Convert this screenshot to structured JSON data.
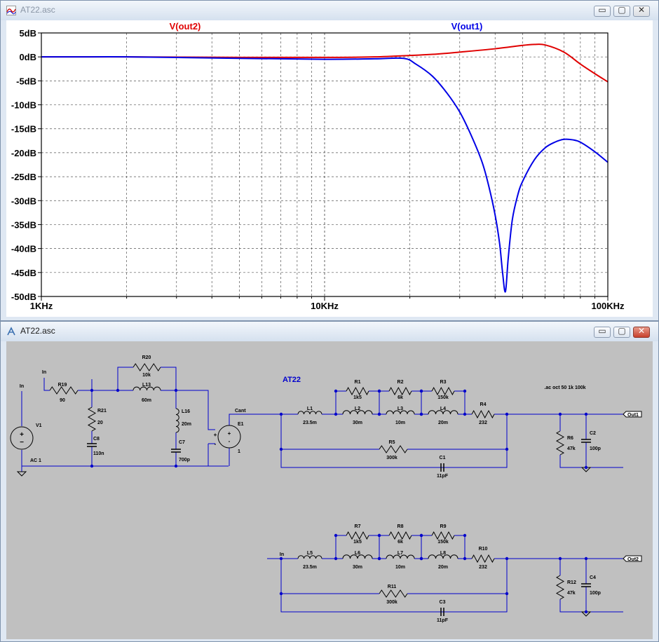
{
  "plot_window": {
    "title": "AT22.asc",
    "buttons": {
      "minimize": "▭",
      "maximize": "▢",
      "close": "✕"
    }
  },
  "schematic_window": {
    "title": "AT22.asc",
    "buttons": {
      "minimize": "▭",
      "maximize": "▢",
      "close": "✕"
    }
  },
  "colors": {
    "red_trace": "#e00000",
    "blue_trace": "#0000e6",
    "wire": "#0000cc"
  },
  "chart_data": {
    "type": "line",
    "xscale": "log",
    "xlim": [
      1000,
      100000
    ],
    "ylim": [
      -50,
      5
    ],
    "x_ticks": [
      "1KHz",
      "10KHz",
      "100KHz"
    ],
    "y_ticks": [
      "5dB",
      "0dB",
      "-5dB",
      "-10dB",
      "-15dB",
      "-20dB",
      "-25dB",
      "-30dB",
      "-35dB",
      "-40dB",
      "-45dB",
      "-50dB"
    ],
    "grid": true,
    "series": [
      {
        "name": "V(out2)",
        "color": "#e00000",
        "x": [
          1000,
          2000,
          5000,
          10000,
          15000,
          20000,
          25000,
          30000,
          40000,
          50000,
          55000,
          60000,
          70000,
          80000,
          90000,
          100000
        ],
        "y": [
          0,
          0,
          -0.1,
          -0.1,
          0,
          0.3,
          0.6,
          1.0,
          1.7,
          2.4,
          2.6,
          2.5,
          1.0,
          -1.5,
          -3.5,
          -5.2
        ]
      },
      {
        "name": "V(out1)",
        "color": "#0000e6",
        "x": [
          1000,
          2000,
          5000,
          10000,
          15000,
          19000,
          21000,
          24000,
          27000,
          30000,
          33000,
          36000,
          38000,
          40000,
          41500,
          42500,
          43500,
          44500,
          46000,
          48000,
          50000,
          55000,
          60000,
          65000,
          70000,
          75000,
          80000,
          90000,
          100000
        ],
        "y": [
          0,
          0,
          -0.3,
          -0.5,
          -0.4,
          -0.3,
          -1.5,
          -4,
          -7.5,
          -11.5,
          -16.5,
          -22,
          -27,
          -33,
          -39,
          -45,
          -49,
          -42,
          -34,
          -29,
          -26,
          -21.5,
          -19,
          -17.8,
          -17.2,
          -17.3,
          -17.8,
          -19.8,
          -22
        ]
      }
    ]
  },
  "schematic": {
    "title_label": "AT22",
    "directive": ".ac oct 50 1k 100k",
    "components": {
      "R20": [
        "R20",
        "10k"
      ],
      "R19": [
        "R19",
        "90"
      ],
      "R21": [
        "R21",
        "20"
      ],
      "C8": [
        "C8",
        "110n"
      ],
      "L13": [
        "L13",
        "60m"
      ],
      "L16": [
        "L16",
        "20m"
      ],
      "C7": [
        "C7",
        "700p"
      ],
      "V1": [
        "V1",
        "AC 1"
      ],
      "E1": [
        "E1",
        "1"
      ],
      "L1": [
        "L1",
        "23.5m"
      ],
      "R1": [
        "R1",
        "1k5"
      ],
      "L2": [
        "L2",
        "30m"
      ],
      "R2": [
        "R2",
        "6k"
      ],
      "L3": [
        "L3",
        "10m"
      ],
      "R3": [
        "R3",
        "150k"
      ],
      "L4": [
        "L4",
        "20m"
      ],
      "R4": [
        "R4",
        "232"
      ],
      "R5": [
        "R5",
        "300k"
      ],
      "C1": [
        "C1",
        "11pF"
      ],
      "R6": [
        "R6",
        "47k"
      ],
      "C2": [
        "C2",
        "100p"
      ],
      "L5": [
        "L5",
        "23.5m"
      ],
      "R7": [
        "R7",
        "1k5"
      ],
      "L6": [
        "L6",
        "30m"
      ],
      "R8": [
        "R8",
        "6k"
      ],
      "L7": [
        "L7",
        "10m"
      ],
      "R9": [
        "R9",
        "150k"
      ],
      "L8": [
        "L8",
        "20m"
      ],
      "R10": [
        "R10",
        "232"
      ],
      "R11": [
        "R11",
        "300k"
      ],
      "C3": [
        "C3",
        "11pF"
      ],
      "R12": [
        "R12",
        "47k"
      ],
      "C4": [
        "C4",
        "100p"
      ]
    },
    "net_labels": {
      "in1": "In",
      "in2": "In",
      "in3": "In",
      "cant": "Cant",
      "out1": "Out1",
      "out2": "Out2"
    },
    "pins": {
      "plus1": "+",
      "minus1": "-",
      "plus2": "+",
      "minus2": "-"
    }
  }
}
